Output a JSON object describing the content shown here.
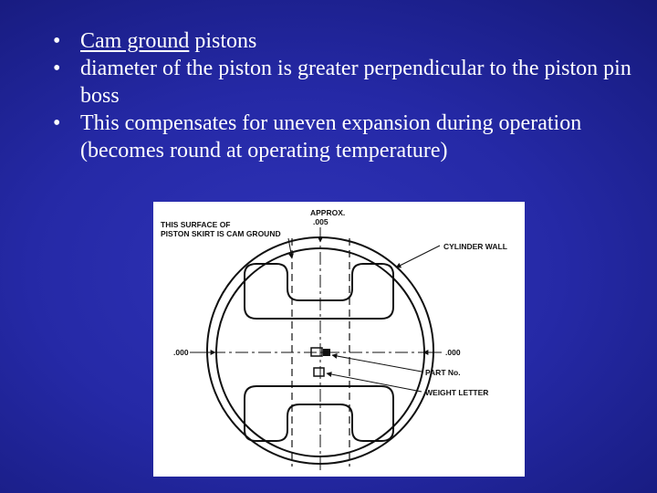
{
  "slide": {
    "bullets": [
      {
        "underlined": "Cam ground",
        "rest": " pistons"
      },
      {
        "text": "diameter of the piston is greater perpendicular to the piston pin boss"
      },
      {
        "text": "This compensates for uneven expansion during operation (becomes round at operating temperature)"
      }
    ],
    "bullet_symbol": "•"
  },
  "diagram": {
    "label_surface_line1": "THIS SURFACE OF",
    "label_surface_line2": "PISTON SKIRT IS CAM GROUND",
    "label_approx": "APPROX.",
    "label_approx_value": ".005",
    "label_cylinder_wall": "CYLINDER WALL",
    "label_left_value": ".000",
    "label_right_value": ".000",
    "label_part_no": "PART No.",
    "label_weight_letter": "WEIGHT LETTER"
  }
}
